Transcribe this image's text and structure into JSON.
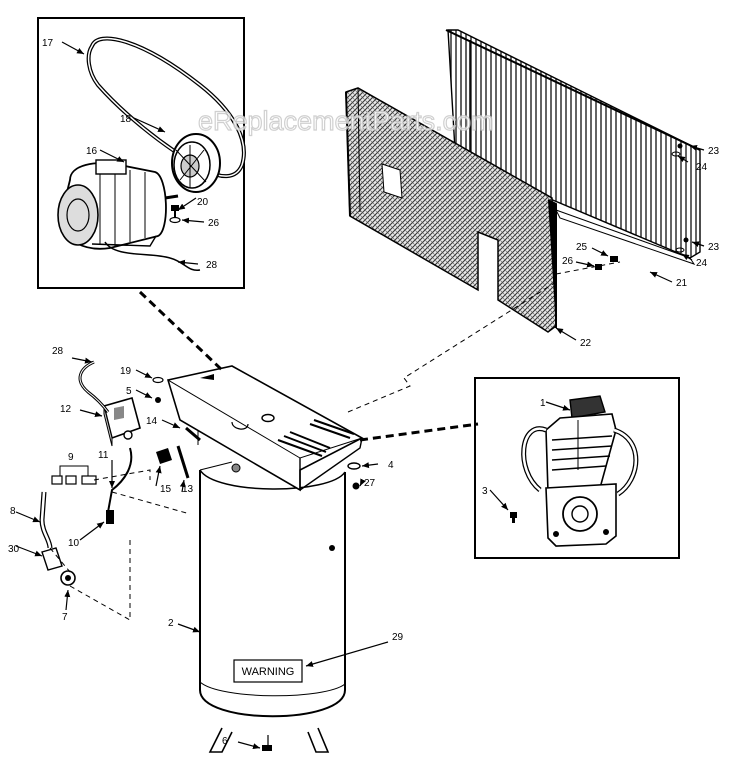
{
  "watermark": "eReplacementParts.com",
  "warning_label": "WARNING",
  "part_numbers": {
    "p1": "1",
    "p2": "2",
    "p3": "3",
    "p4": "4",
    "p5": "5",
    "p6": "6",
    "p7": "7",
    "p8": "8",
    "p9": "9",
    "p10": "10",
    "p11": "11",
    "p12": "12",
    "p13": "13",
    "p14": "14",
    "p15": "15",
    "p16": "16",
    "p17": "17",
    "p18": "18",
    "p19": "19",
    "p20": "20",
    "p21": "21",
    "p22": "22",
    "p23a": "23",
    "p23b": "23",
    "p24a": "24",
    "p24b": "24",
    "p25": "25",
    "p26a": "26",
    "p26b": "26",
    "p27": "27",
    "p28a": "28",
    "p28b": "28",
    "p29": "29",
    "p30": "30"
  }
}
